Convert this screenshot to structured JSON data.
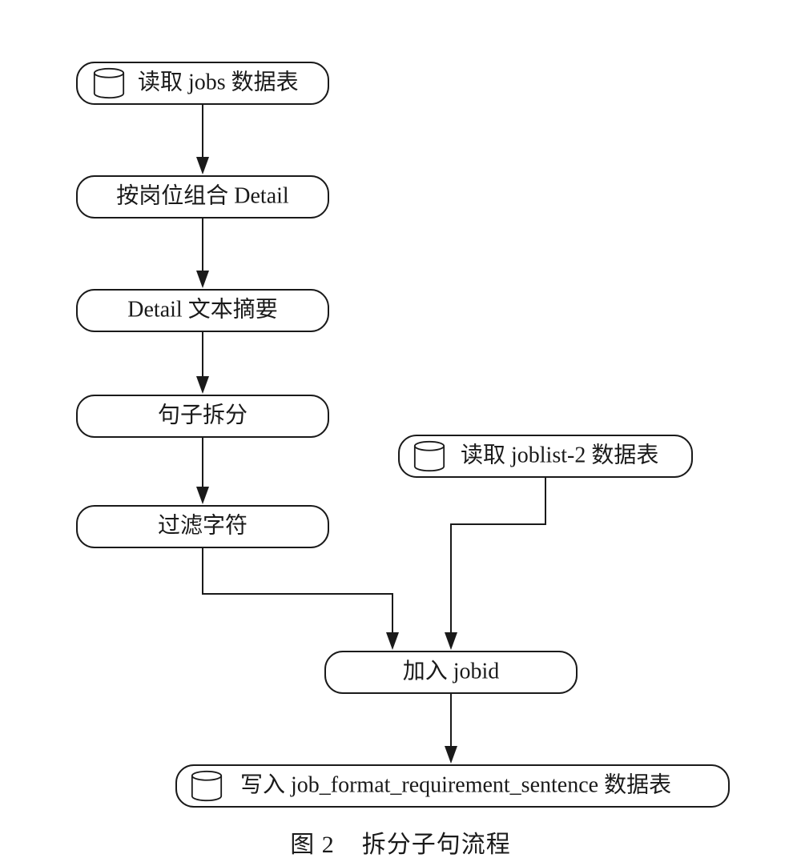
{
  "diagram": {
    "nodes": [
      {
        "id": "read-jobs",
        "label": "读取 jobs 数据表",
        "db": true
      },
      {
        "id": "group-detail",
        "label": "按岗位组合 Detail",
        "db": false
      },
      {
        "id": "summarize",
        "label": "Detail 文本摘要",
        "db": false
      },
      {
        "id": "split",
        "label": "句子拆分",
        "db": false
      },
      {
        "id": "filter",
        "label": "过滤字符",
        "db": false
      },
      {
        "id": "read-joblist",
        "label": "读取 joblist-2 数据表",
        "db": true
      },
      {
        "id": "add-jobid",
        "label": "加入 jobid",
        "db": false
      },
      {
        "id": "write",
        "label": "写入 job_format_requirement_sentence 数据表",
        "db": true
      }
    ],
    "edges": [
      {
        "from": "read-jobs",
        "to": "group-detail"
      },
      {
        "from": "group-detail",
        "to": "summarize"
      },
      {
        "from": "summarize",
        "to": "split"
      },
      {
        "from": "split",
        "to": "filter"
      },
      {
        "from": "filter",
        "to": "add-jobid"
      },
      {
        "from": "read-joblist",
        "to": "add-jobid"
      },
      {
        "from": "add-jobid",
        "to": "write"
      }
    ]
  },
  "caption": {
    "figure_number": "图 2",
    "title": "拆分子句流程"
  }
}
